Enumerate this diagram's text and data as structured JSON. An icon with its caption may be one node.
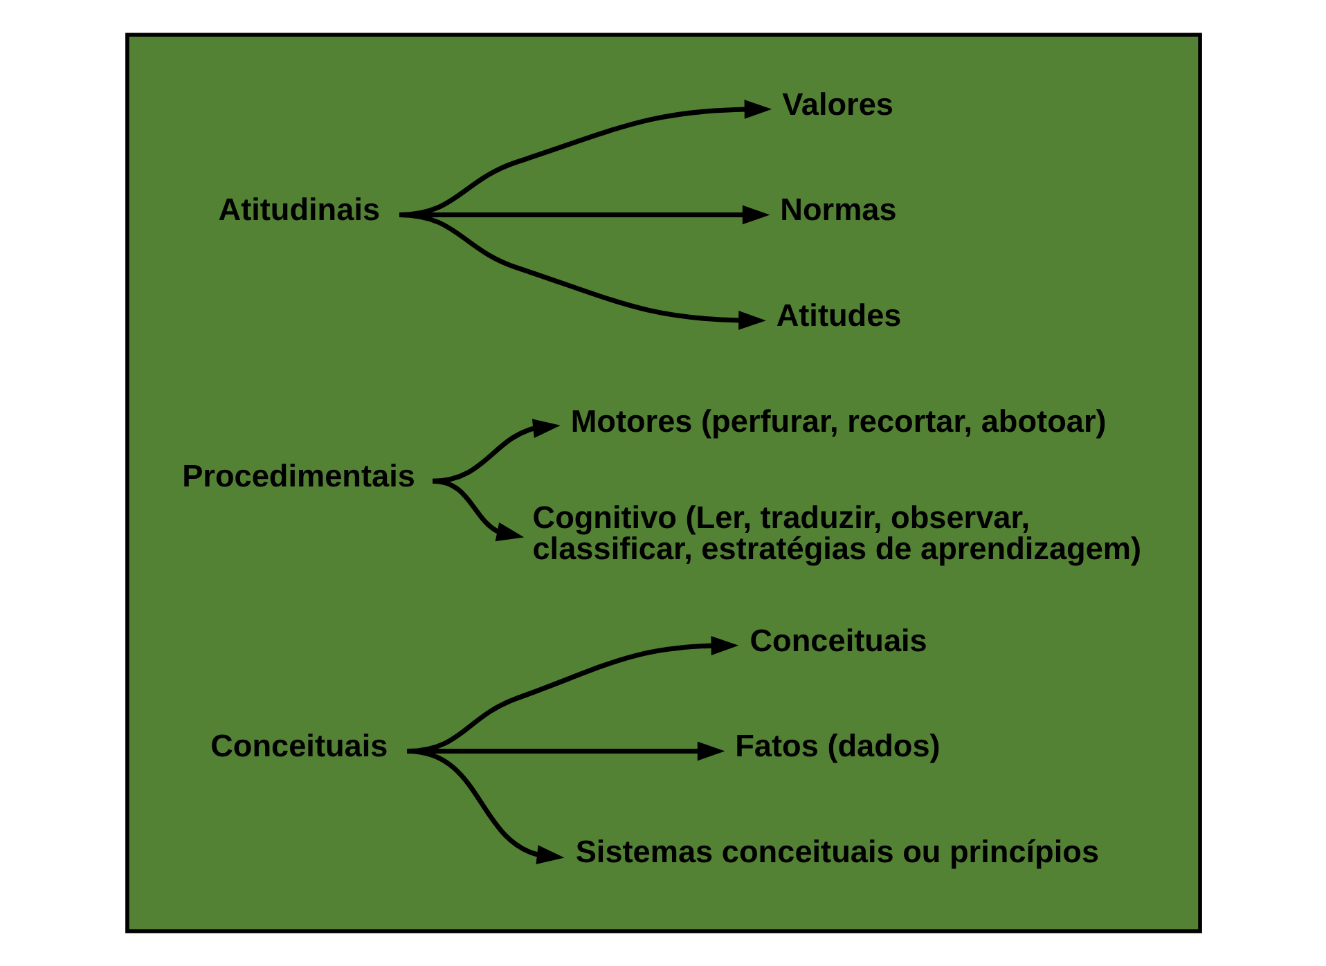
{
  "diagram": {
    "nodes": [
      {
        "text": [],
        "shape": "box"
      },
      {
        "text": [
          "Conceituais"
        ],
        "in": 0
      },
      {
        "text": [
          "Conceituais"
        ],
        "in": 0
      },
      {
        "text": [
          "Fatos (dados)"
        ],
        "in": 0
      },
      {
        "text": [
          "Sistemas conceituais ou princípios"
        ],
        "in": 0
      },
      {
        "text": [
          "Procedimentais"
        ],
        "in": 0
      },
      {
        "text": [
          "Motores (perfurar, recortar, abotoar)"
        ],
        "in": 0
      },
      {
        "text": [
          "Cognitivo (Ler, traduzir, observar, classificar, estratégias de aprendizagem)"
        ],
        "in": 0
      },
      {
        "text": [
          "Atitudinais"
        ],
        "in": 0
      },
      {
        "text": [
          "Valores"
        ],
        "in": 0
      },
      {
        "text": [
          "Normas"
        ],
        "in": 0
      },
      {
        "text": [
          "Atitudes"
        ],
        "in": 0
      }
    ],
    "edges": [
      {
        "from": 1,
        "to": 2,
        "arrow": "to"
      },
      {
        "from": 1,
        "to": 3,
        "arrow": "to"
      },
      {
        "from": 1,
        "to": 4,
        "arrow": "to"
      },
      {
        "from": 5,
        "to": 6,
        "arrow": "to"
      },
      {
        "from": 5,
        "to": 7,
        "arrow": "to"
      },
      {
        "from": 8,
        "to": 9,
        "arrow": "to"
      },
      {
        "from": 8,
        "to": 10,
        "arrow": "to"
      },
      {
        "from": 8,
        "to": 11,
        "arrow": "to"
      }
    ]
  }
}
